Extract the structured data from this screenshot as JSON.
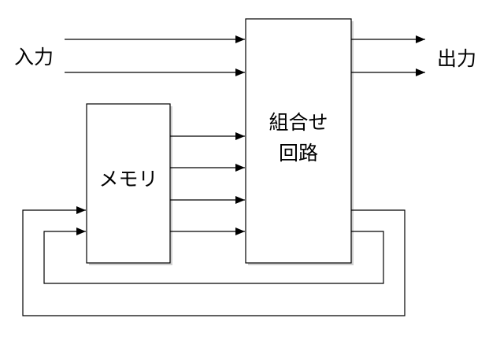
{
  "diagram": {
    "labels": {
      "input": "入力",
      "output": "出力",
      "memory": "メモリ",
      "combinational_line1": "組合せ",
      "combinational_line2": "回路"
    },
    "colors": {
      "stroke": "#000000",
      "fill": "#ffffff",
      "shadow": "#d0d0d0"
    }
  }
}
